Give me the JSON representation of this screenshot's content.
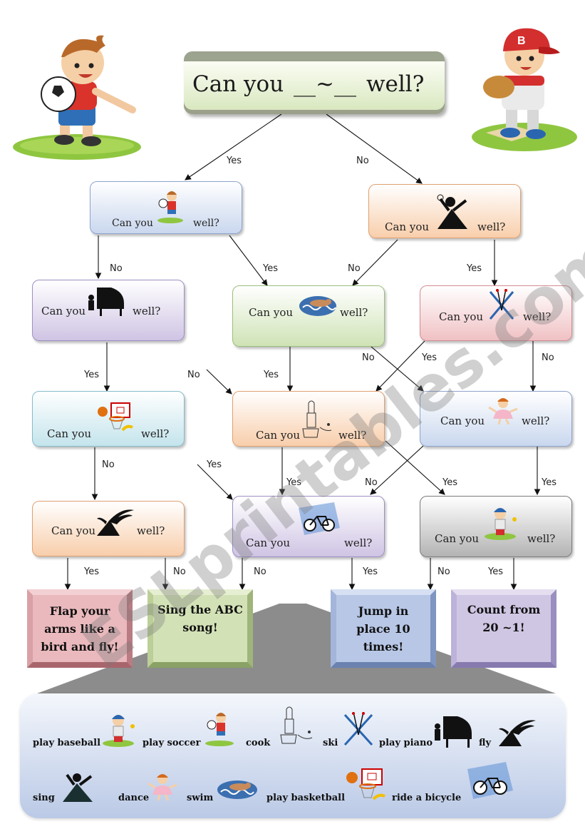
{
  "title": {
    "part1": "Can you",
    "blank": "__~__",
    "part2": "well?"
  },
  "q_prefix": "Can you",
  "q_suffix": "well?",
  "yes": "Yes",
  "no": "No",
  "results": [
    "Flap your arms like a bird and fly!",
    "Sing the ABC song!",
    "Jump in place 10 times!",
    "Count from 20 ~1!"
  ],
  "vocab": {
    "row1": [
      "play baseball",
      "play soccer",
      "cook",
      "ski",
      "play piano",
      "fly"
    ],
    "row2": [
      "sing",
      "dance",
      "swim",
      "play basketball",
      "ride a bicycle"
    ]
  },
  "watermark": "ESLprintables.com"
}
